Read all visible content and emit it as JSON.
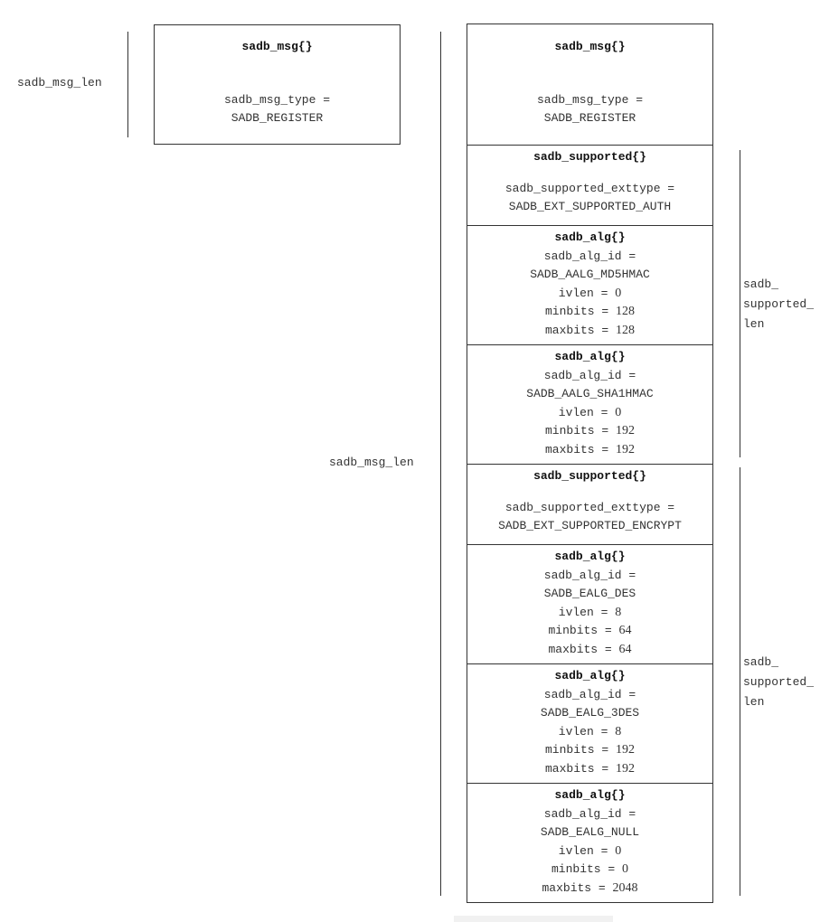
{
  "left_panel": {
    "len_label": "sadb_msg_len",
    "header_title": "sadb_msg{}",
    "header_type_line1": "sadb_msg_type =",
    "header_type_line2": "SADB_REGISTER"
  },
  "right_panel": {
    "len_label": "sadb_msg_len",
    "header_title": "sadb_msg{}",
    "header_type_line1": "sadb_msg_type =",
    "header_type_line2": "SADB_REGISTER",
    "supported_len_label": "sadb_\nsupported_\nlen",
    "supported_auth": {
      "title": "sadb_supported{}",
      "line1": "sadb_supported_exttype =",
      "line2": "SADB_EXT_SUPPORTED_AUTH"
    },
    "supported_encrypt": {
      "title": "sadb_supported{}",
      "line1": "sadb_supported_exttype =",
      "line2": "SADB_EXT_SUPPORTED_ENCRYPT"
    },
    "algs": [
      {
        "title": "sadb_alg{}",
        "id_line": "sadb_alg_id =",
        "id_value": "SADB_AALG_MD5HMAC",
        "ivlen_label": "ivlen =",
        "ivlen": "0",
        "minbits_label": "minbits =",
        "minbits": "128",
        "maxbits_label": "maxbits =",
        "maxbits": "128"
      },
      {
        "title": "sadb_alg{}",
        "id_line": "sadb_alg_id =",
        "id_value": "SADB_AALG_SHA1HMAC",
        "ivlen_label": "ivlen =",
        "ivlen": "0",
        "minbits_label": "minbits =",
        "minbits": "192",
        "maxbits_label": "maxbits =",
        "maxbits": "192"
      },
      {
        "title": "sadb_alg{}",
        "id_line": "sadb_alg_id =",
        "id_value": "SADB_EALG_DES",
        "ivlen_label": "ivlen =",
        "ivlen": "8",
        "minbits_label": "minbits =",
        "minbits": "64",
        "maxbits_label": "maxbits =",
        "maxbits": "64"
      },
      {
        "title": "sadb_alg{}",
        "id_line": "sadb_alg_id =",
        "id_value": "SADB_EALG_3DES",
        "ivlen_label": "ivlen =",
        "ivlen": "8",
        "minbits_label": "minbits =",
        "minbits": "192",
        "maxbits_label": "maxbits =",
        "maxbits": "192"
      },
      {
        "title": "sadb_alg{}",
        "id_line": "sadb_alg_id =",
        "id_value": "SADB_EALG_NULL",
        "ivlen_label": "ivlen =",
        "ivlen": "0",
        "minbits_label": "minbits =",
        "minbits": "0",
        "maxbits_label": "maxbits =",
        "maxbits": "2048"
      }
    ]
  }
}
